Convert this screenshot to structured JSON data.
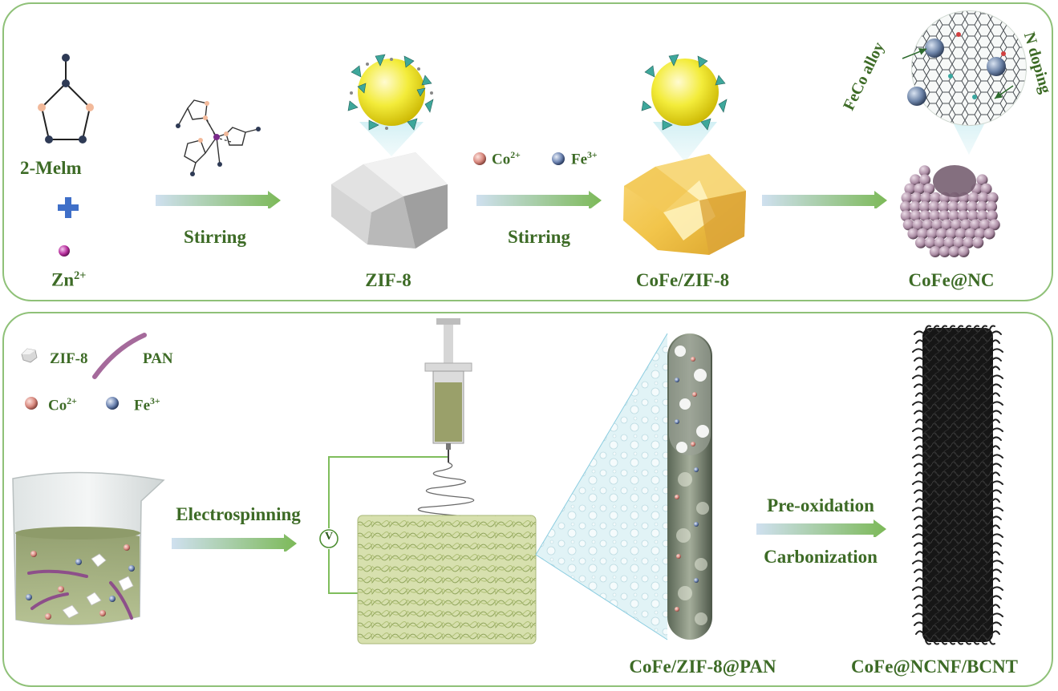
{
  "colors": {
    "panel_border": "#8fc178",
    "label_green": "#3d6b26",
    "arrow_start": "#cfe0ef",
    "arrow_end": "#79b754",
    "zif_yellow": "#f0c53d",
    "particle_mauve": "#b08ca6",
    "fiber_green": "#c5d39a",
    "cnt_black": "#1b1b1b"
  },
  "top_panel": {
    "reactants": {
      "ligand": "2-Melm",
      "plus_icon": "plus-icon",
      "metal_ion": "Zn",
      "metal_charge": "2+"
    },
    "step1_label": "Stirring",
    "zif8_label": "ZIF-8",
    "ions": [
      {
        "symbol": "Co",
        "charge": "2+",
        "icon": "co-sphere-icon"
      },
      {
        "symbol": "Fe",
        "charge": "3+",
        "icon": "fe-sphere-icon"
      }
    ],
    "step2_label": "Stirring",
    "cofe_zif8_label": "CoFe/ZIF-8",
    "product_label": "CoFe@NC",
    "zoom_labels": {
      "left": "FeCo alloy",
      "right": "N doping"
    }
  },
  "bottom_panel": {
    "legend": {
      "zif8": "ZIF-8",
      "pan": "PAN",
      "co": {
        "symbol": "Co",
        "charge": "2+"
      },
      "fe": {
        "symbol": "Fe",
        "charge": "3+"
      }
    },
    "step_label": "Electrospinning",
    "voltage_symbol": "V",
    "fiber_label": "CoFe/ZIF-8@PAN",
    "treatments": [
      "Pre-oxidation",
      "Carbonization"
    ],
    "final_label": "CoFe@NCNF/BCNT"
  }
}
